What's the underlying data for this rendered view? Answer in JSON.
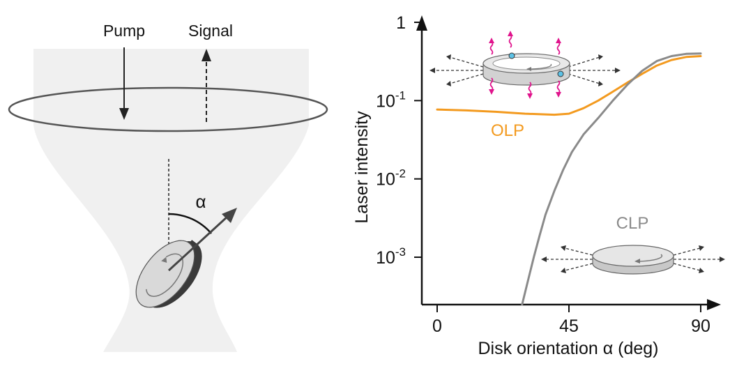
{
  "left_panel": {
    "pump_label": "Pump",
    "signal_label": "Signal",
    "angle_label": "α"
  },
  "chart_data": {
    "type": "line",
    "xlabel": "Disk orientation α (deg)",
    "ylabel": "Laser intensity",
    "xlim": [
      -3,
      93
    ],
    "ylim_log10": [
      -3.6,
      0.1
    ],
    "y_scale": "log",
    "x_ticks": [
      0,
      45,
      90
    ],
    "x_tick_labels": [
      "0",
      "45",
      "90"
    ],
    "y_ticks_log10": [
      -3,
      -2,
      -1,
      0
    ],
    "y_tick_labels": [
      {
        "base": "10",
        "exp": "-3"
      },
      {
        "base": "10",
        "exp": "-2"
      },
      {
        "base": "10",
        "exp": "-1"
      },
      {
        "base": "1",
        "exp": ""
      }
    ],
    "series": [
      {
        "name": "OLP",
        "color": "#f39a1f",
        "x": [
          0,
          10,
          20,
          30,
          40,
          45,
          50,
          55,
          60,
          65,
          70,
          75,
          80,
          85,
          90
        ],
        "y": [
          0.077,
          0.075,
          0.072,
          0.068,
          0.066,
          0.068,
          0.08,
          0.1,
          0.13,
          0.17,
          0.22,
          0.28,
          0.33,
          0.36,
          0.37
        ]
      },
      {
        "name": "CLP",
        "color": "#8a8a8a",
        "x": [
          29,
          31,
          33,
          35,
          37,
          40,
          43,
          46,
          50,
          55,
          60,
          65,
          70,
          75,
          80,
          85,
          90
        ],
        "y": [
          0.00024,
          0.0005,
          0.001,
          0.0019,
          0.0035,
          0.007,
          0.013,
          0.022,
          0.037,
          0.06,
          0.1,
          0.16,
          0.24,
          0.32,
          0.37,
          0.395,
          0.4
        ]
      }
    ]
  }
}
